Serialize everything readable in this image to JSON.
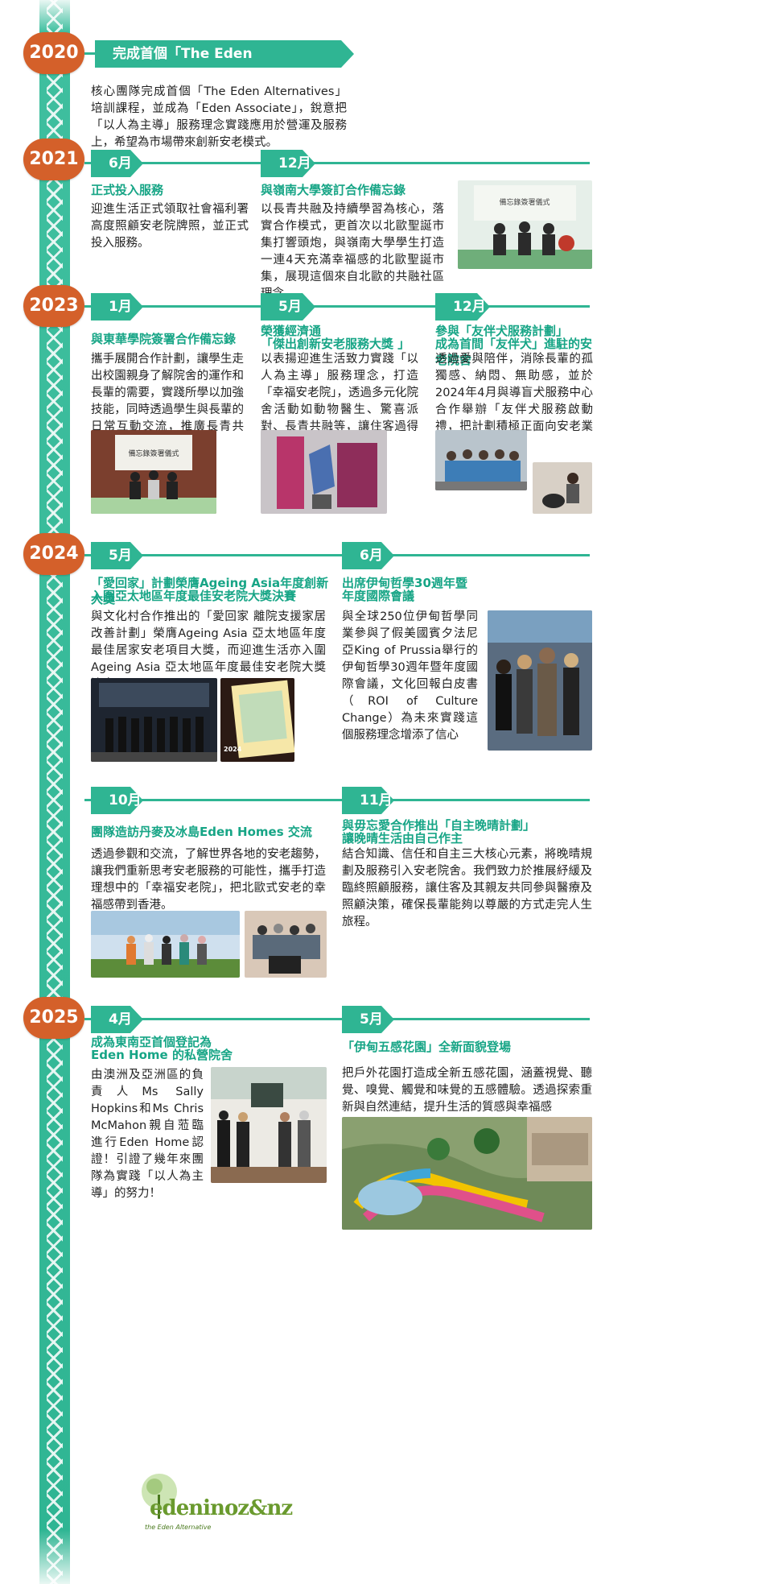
{
  "colors": {
    "accent": "#2fb593",
    "year": "#d4602a",
    "heading": "#17a586"
  },
  "y2020": {
    "year": "2020",
    "banner": "完成首個「The Eden Alternatives」培訓課程",
    "text": "核心團隊完成首個「The Eden Alternatives」培訓課程，並成為「Eden Associate」，銳意把「以人為主導」服務理念實踐應用於營運及服務上，希望為市場帶來創新安老模式。"
  },
  "y2021": {
    "year": "2021",
    "a": {
      "month": "6月",
      "title": "正式投入服務",
      "text": "迎進生活正式領取社會福利署高度照顧安老院牌照，並正式投入服務。"
    },
    "b": {
      "month": "12月",
      "title": "與嶺南大學簽訂合作備忘錄",
      "text": "以長青共融及持續學習為核心，落實合作模式，更首次以北歐聖誕市集打響頭炮，與嶺南大學學生打造一連4天充滿幸福感的北歐聖誕市集，展現這個來自北歐的共融社區理念。",
      "photo_caption": "備忘錄簽署儀式"
    }
  },
  "y2023": {
    "year": "2023",
    "a": {
      "month": "1月",
      "title": "與東華學院簽署合作備忘錄",
      "text": "攜手展開合作計劃，讓學生走出校園親身了解院舍的運作和長輩的需要，實踐所學以加強技能，同時透過學生與長輩的日常互動交流，推廣長青共融。",
      "photo_caption": "備忘錄簽署儀式"
    },
    "b": {
      "month": "5月",
      "title_1": "榮獲經濟通",
      "title_2": "「傑出創新安老服務大獎 」",
      "text": "以表揚迎進生活致力實踐「以人為主導」服務理念，打造「幸福安老院」，透過多元化院舍活動如動物醫生、驚喜派對、長青共融等，讓住客過得充實和有意義。"
    },
    "c": {
      "month": "12月",
      "title_1": "參與「友伴犬服務計劃」",
      "title_2": "成為首間「友伴犬」進駐的安老院舍",
      "text": "透過愛與陪伴，消除長輩的孤獨感、納悶、無助感，並於2024年4月與導盲犬服務中心合作舉辦「友伴犬服務啟動禮，把計劃積極正面向安老業界分享"
    }
  },
  "y2024": {
    "year": "2024",
    "a": {
      "month": "5月",
      "title_1": "「愛回家」計劃榮膺Ageing Asia年度創新大獎",
      "title_2": "入圍亞太地區年度最佳安老院大獎決賽",
      "text": "與文化村合作推出的「愛回家 離院支援家居改善計劃」榮膺Ageing Asia 亞太地區年度最佳居家安老項目大獎，而迎進生活亦入圍Ageing Asia 亞太地區年度最佳安老院大獎決賽",
      "badge": "2024"
    },
    "b": {
      "month": "6月",
      "title_1": "出席伊甸哲學30週年暨",
      "title_2": "年度國際會議",
      "text": "與全球250位伊甸哲學同業參與了假美國賓夕法尼亞King of Prussia舉行的伊甸哲學30週年暨年度國際會議，文化回報白皮書（ROI of Culture Change）為未來實踐這個服務理念增添了信心"
    },
    "c": {
      "month": "10月",
      "title": "團隊造訪丹麥及冰島Eden Homes 交流",
      "text": "透過參觀和交流，了解世界各地的安老趨勢，讓我們重新思考安老服務的可能性，攜手打造理想中的「幸福安老院」，把北歐式安老的幸福感帶到香港。"
    },
    "d": {
      "month": "11月",
      "title_1": "與毋忘愛合作推出「自主晚晴計劃」",
      "title_2": "讓晚晴生活由自己作主",
      "text": "結合知識、信任和自主三大核心元素，將晚晴規劃及服務引入安老院舍。我們致力於推展紓緩及臨終照顧服務，讓住客及其親友共同參與醫療及照顧決策，確保長輩能夠以尊嚴的方式走完人生旅程。"
    }
  },
  "y2025": {
    "year": "2025",
    "a": {
      "month": "4月",
      "title_1": "成為東南亞首個登記為",
      "title_2": "Eden Home 的私營院舍",
      "text": "由澳洲及亞洲區的負責人Ms Sally Hopkins和Ms Chris McMahon親自蒞臨進行Eden Home認證！引證了幾年來團隊為實踐「以人為主導」的努力！",
      "logo_main": "edeninoz&nz",
      "logo_sub": "the Eden Alternative"
    },
    "b": {
      "month": "5月",
      "title": "「伊甸五感花園」全新面貌登場",
      "text": "把戶外花園打造成全新五感花園，涵蓋視覺、聽覺、嗅覺、觸覺和味覺的五感體驗。透過探索重新與自然連結，提升生活的質感與幸福感"
    }
  }
}
